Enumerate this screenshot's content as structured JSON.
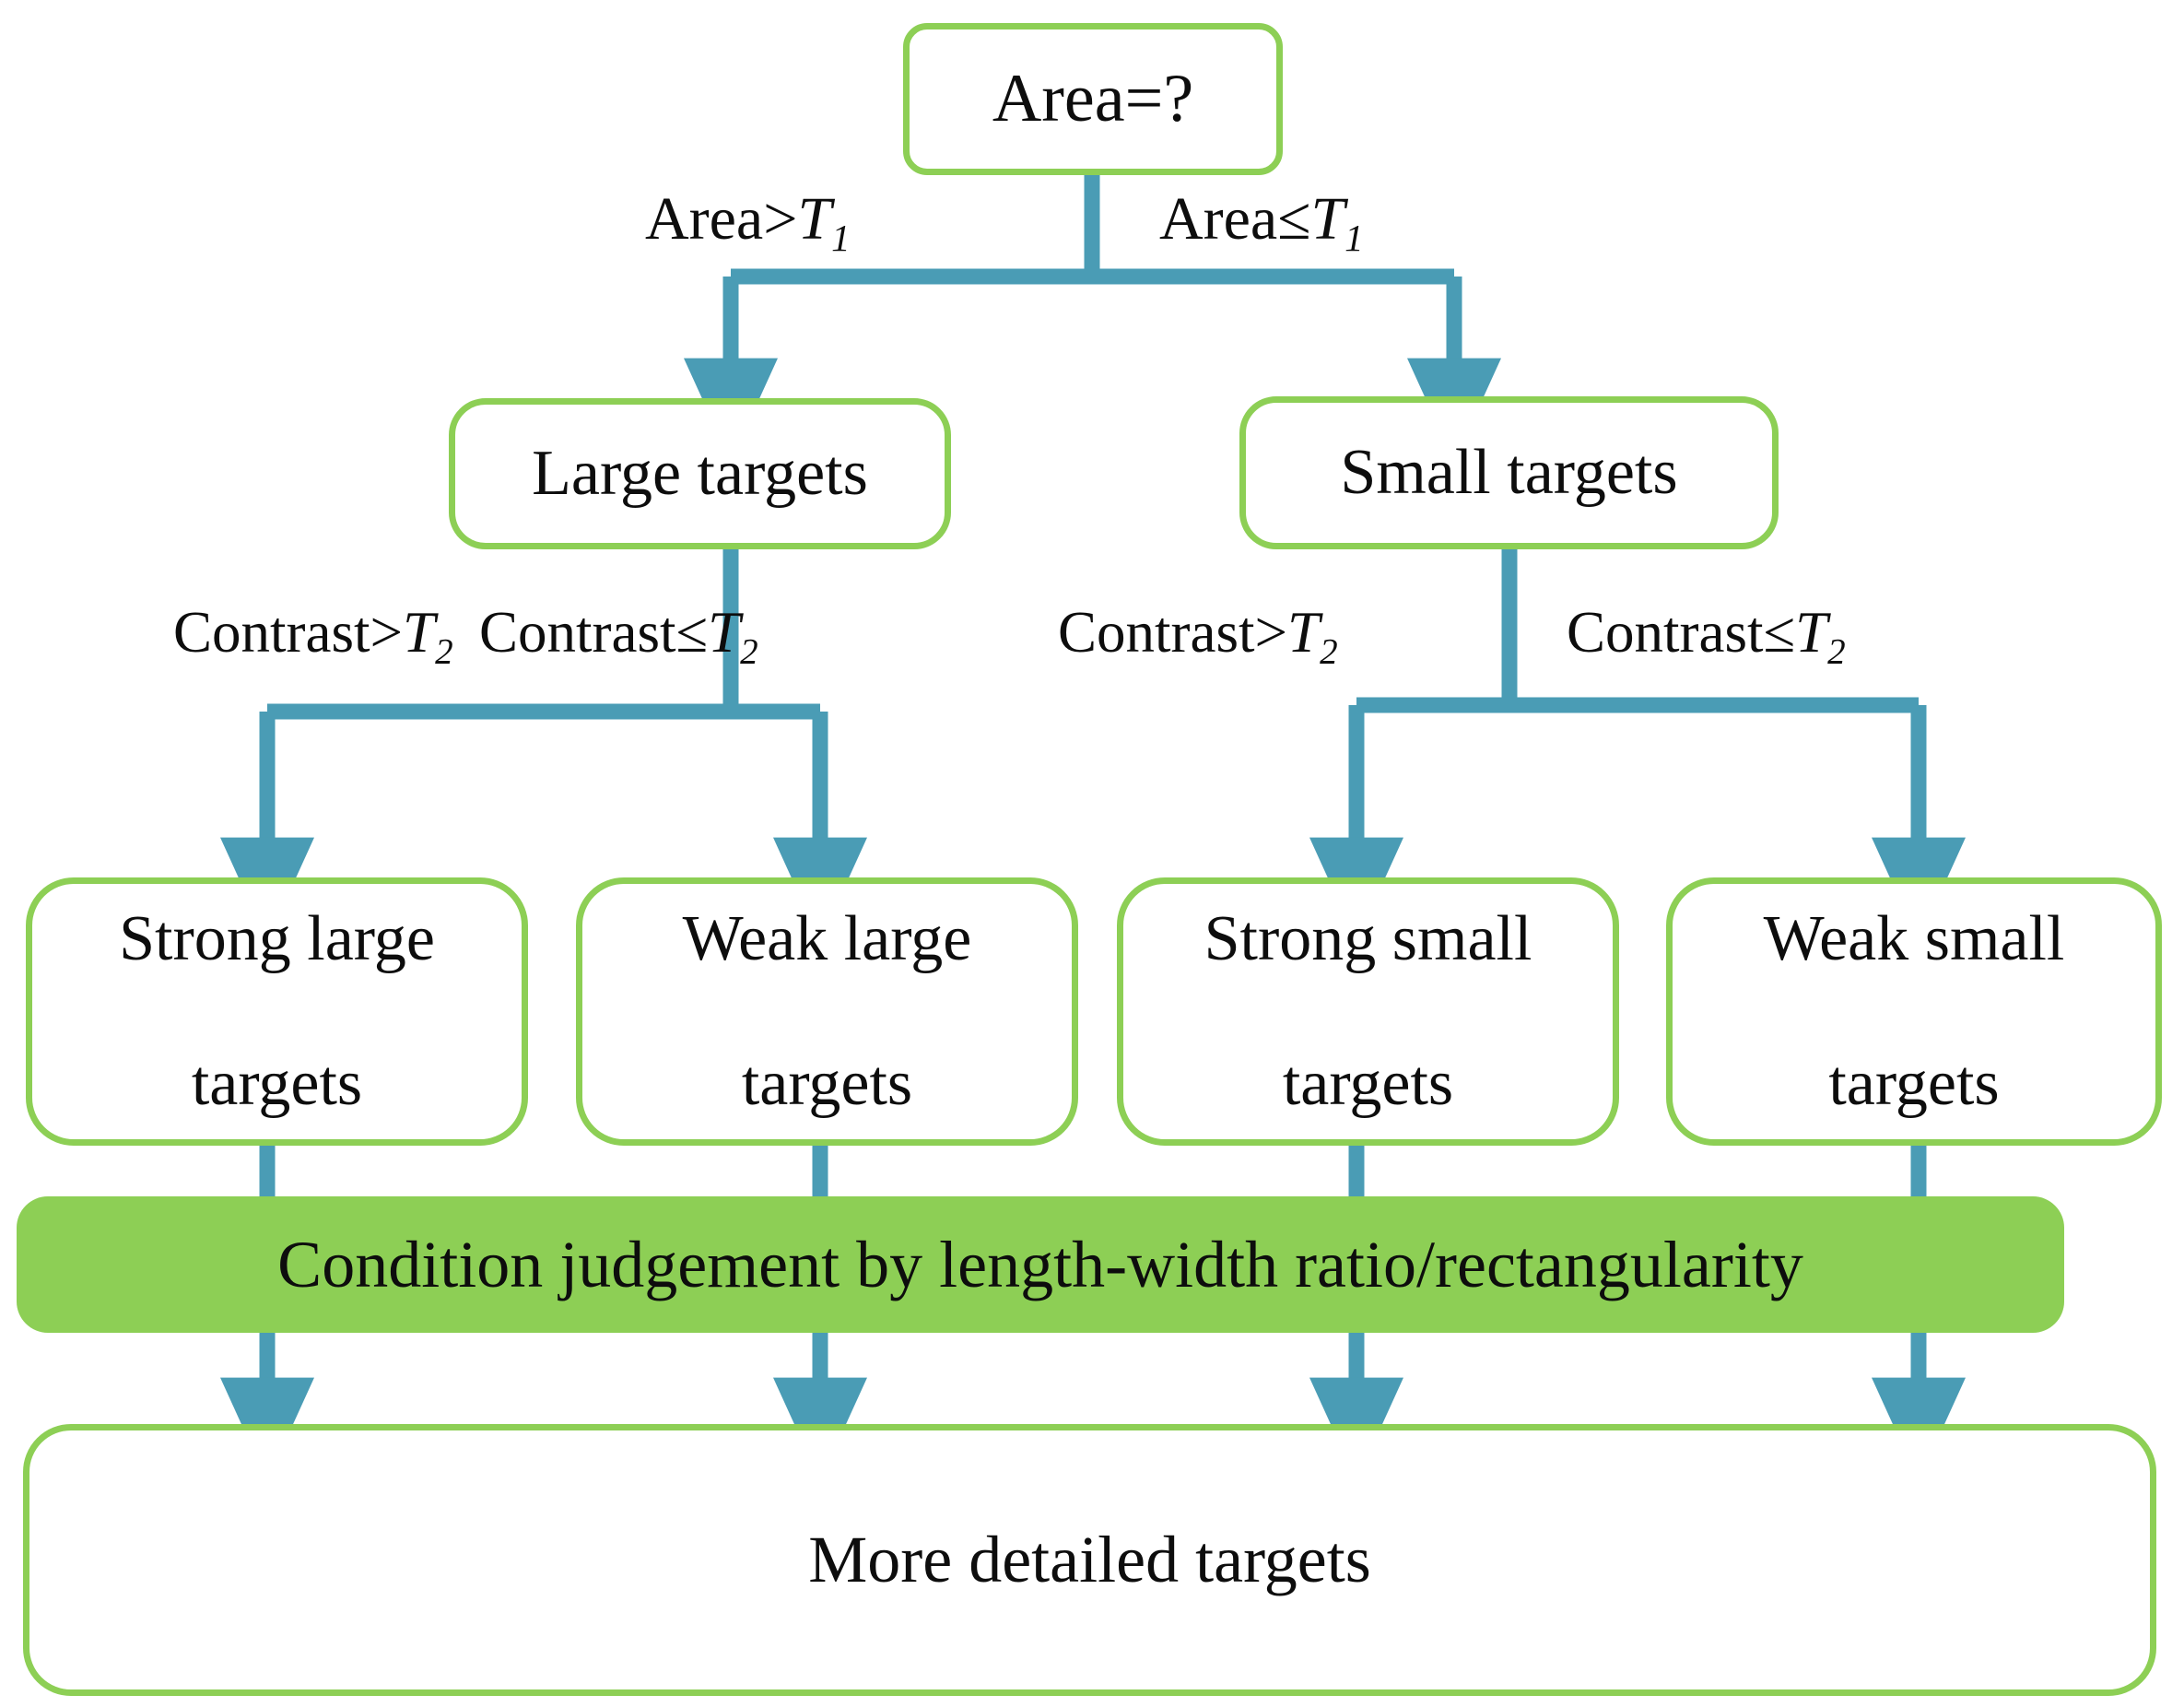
{
  "diagram": {
    "title_text_present": false,
    "colors": {
      "node_border_green": "#8DCF55",
      "bar_fill_green": "#8DCF55",
      "connector_teal": "#4A9CB5",
      "node_fill": "#FFFFFF",
      "text": "#0D0D0D"
    },
    "nodes": {
      "root": {
        "label": "Area=?"
      },
      "level2": [
        {
          "label": "Large targets"
        },
        {
          "label": "Small targets"
        }
      ],
      "level3": [
        {
          "line1": "Strong large",
          "line2": "targets",
          "label": "Strong large targets"
        },
        {
          "line1": "Weak large",
          "line2": "targets",
          "label": "Weak large targets"
        },
        {
          "line1": "Strong small",
          "line2": "targets",
          "label": "Strong small targets"
        },
        {
          "line1": "Weak small",
          "line2": "targets",
          "label": "Weak small targets"
        }
      ],
      "condition_bar": {
        "label": "Condition judgement by length-width ratio/rectangularity"
      },
      "output": {
        "label": "More detailed targets"
      }
    },
    "edge_labels": {
      "area_gt": {
        "prefix": "Area>",
        "var": "T",
        "sub": "1",
        "full": "Area>T1"
      },
      "area_le": {
        "prefix": "Area≤",
        "var": "T",
        "sub": "1",
        "full": "Area≤T1"
      },
      "contrast_gt_left": {
        "prefix": "Contrast>",
        "var": "T",
        "sub": "2",
        "full": "Contrast>T2"
      },
      "contrast_le_left": {
        "prefix": "Contrast≤",
        "var": "T",
        "sub": "2",
        "full": "Contrast≤T2"
      },
      "contrast_gt_right": {
        "prefix": "Contrast>",
        "var": "T",
        "sub": "2",
        "full": "Contrast>T2"
      },
      "contrast_le_right": {
        "prefix": "Contrast≤",
        "var": "T",
        "sub": "2",
        "full": "Contrast≤T2"
      }
    }
  }
}
